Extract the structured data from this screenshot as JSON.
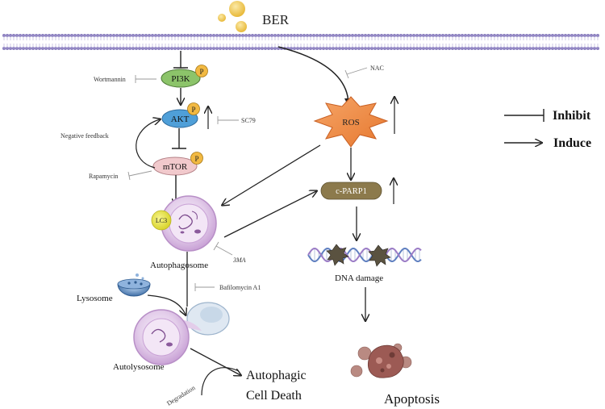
{
  "stimulus": "BER",
  "nodes": {
    "pi3k": "PI3K",
    "akt": "AKT",
    "mtor": "mTOR",
    "ros": "ROS",
    "cparp1": "c-PARP1",
    "lc3": "LC3",
    "phospho": "P"
  },
  "agents": {
    "wortmannin": "Wortmannin",
    "sc79": "SC79",
    "rapamycin": "Rapamycin",
    "nac": "NAC",
    "three_ma": "3MA",
    "bafilomycin": "Bafilomycin A1"
  },
  "labels": {
    "negative_feedback": "Negative feedback",
    "autophagosome": "Autophagosome",
    "lysosome": "Lysosome",
    "autolysosome": "Autolysosome",
    "degradation": "Degradation",
    "autophagic_death_line1": "Autophagic",
    "autophagic_death_line2": "Cell Death",
    "dna_damage": "DNA damage",
    "apoptosis": "Apoptosis"
  },
  "legend": {
    "inhibit": "Inhibit",
    "induce": "Induce"
  },
  "colors": {
    "membrane": "#8b7fbf",
    "pi3k_fill": "#8cc46a",
    "akt_fill": "#4f9fd8",
    "mtor_fill": "#f1c9cc",
    "phospho_fill": "#f2b942",
    "ros_fill": "#ef8f4c",
    "cparp1_fill": "#8c7a4c",
    "lc3_fill": "#e7e34a",
    "cell_purple": "#c9a2d6",
    "lysosome_blue": "#5a84b8",
    "apoptosis_red": "#9c5a54"
  }
}
